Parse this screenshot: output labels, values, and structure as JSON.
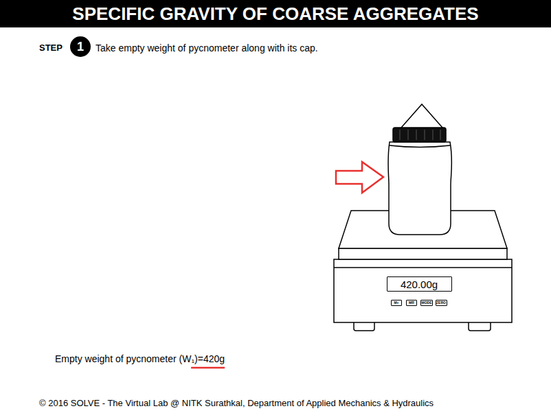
{
  "diagram": {
    "title": "SPECIFIC GRAVITY OF COARSE AGGREGATES",
    "nodes": [
      {
        "text": [
          "1"
        ]
      },
      {
        "text": [
          "420.00g"
        ]
      },
      {
        "text": [
          "M+"
        ]
      },
      {
        "text": [
          "MR"
        ]
      },
      {
        "text": [
          "MODE"
        ]
      },
      {
        "text": [
          "ZERO"
        ]
      }
    ],
    "labels": [
      "STEP",
      "Take empty weight of pycnometer along with its cap.",
      "Empty weight of pycnometer (W₁)=420g",
      "© 2016 SOLVE - The Virtual Lab @ NITK Surathkal, Department of Applied Mechanics & Hydraulics"
    ]
  }
}
